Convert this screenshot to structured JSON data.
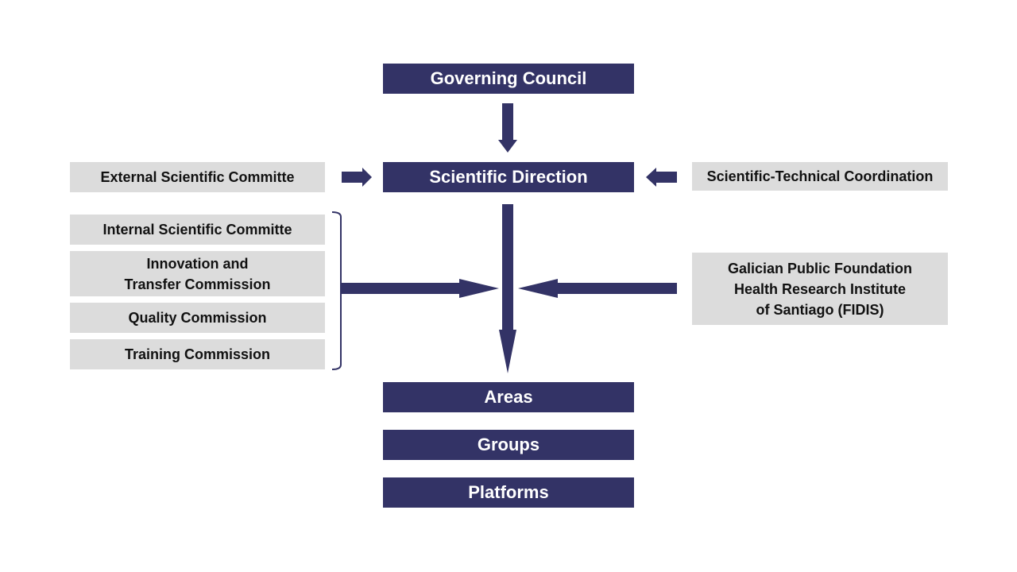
{
  "nodes": {
    "governing_council": "Governing Council",
    "scientific_direction": "Scientific Direction",
    "areas": "Areas",
    "groups": "Groups",
    "platforms": "Platforms",
    "external_committee": "External Scientific Committe",
    "internal_committee": "Internal Scientific Committe",
    "innovation_line1": "Innovation and",
    "innovation_line2": "Transfer Commission",
    "quality_commission": "Quality Commission",
    "training_commission": "Training Commission",
    "coordination": "Scientific-Technical Coordination",
    "fidis_line1": "Galician Public Foundation",
    "fidis_line2": "Health Research Institute",
    "fidis_line3": "of Santiago (FIDIS)"
  },
  "colors": {
    "primary": "#333366",
    "secondary_box": "#dcdcdc"
  }
}
